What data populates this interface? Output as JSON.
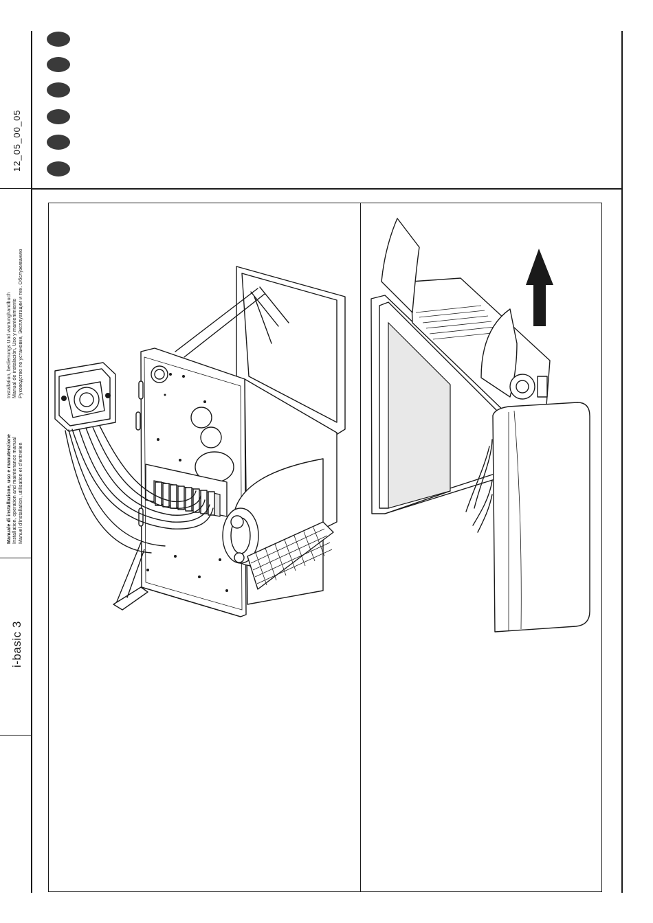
{
  "sidebar": {
    "doc_code": "12_05_00_05",
    "manual_lines": [
      "Manuale di installazione, uso e manutenzione",
      "Installation, operation and maintenance manual",
      "Manuel d'installation, utilisation et d'entretien"
    ],
    "manual_lines_2": [
      "Installation, bedienungs Und wartunghandbuch",
      "Manual de instalación, Uso y mantenimiento",
      "Руководство по установке, Эксплуатации и тех. Обслуживанию"
    ],
    "product_name": "i-basic 3"
  },
  "language_markers": [
    "",
    "",
    "",
    "",
    "",
    ""
  ],
  "figure": {
    "left_panel": "unit-with-thermostat-wiring",
    "right_panel": "front-cover-removal",
    "arrow_direction": "up"
  },
  "colors": {
    "ink": "#1a1a1a",
    "dot": "#3a3a3a"
  }
}
